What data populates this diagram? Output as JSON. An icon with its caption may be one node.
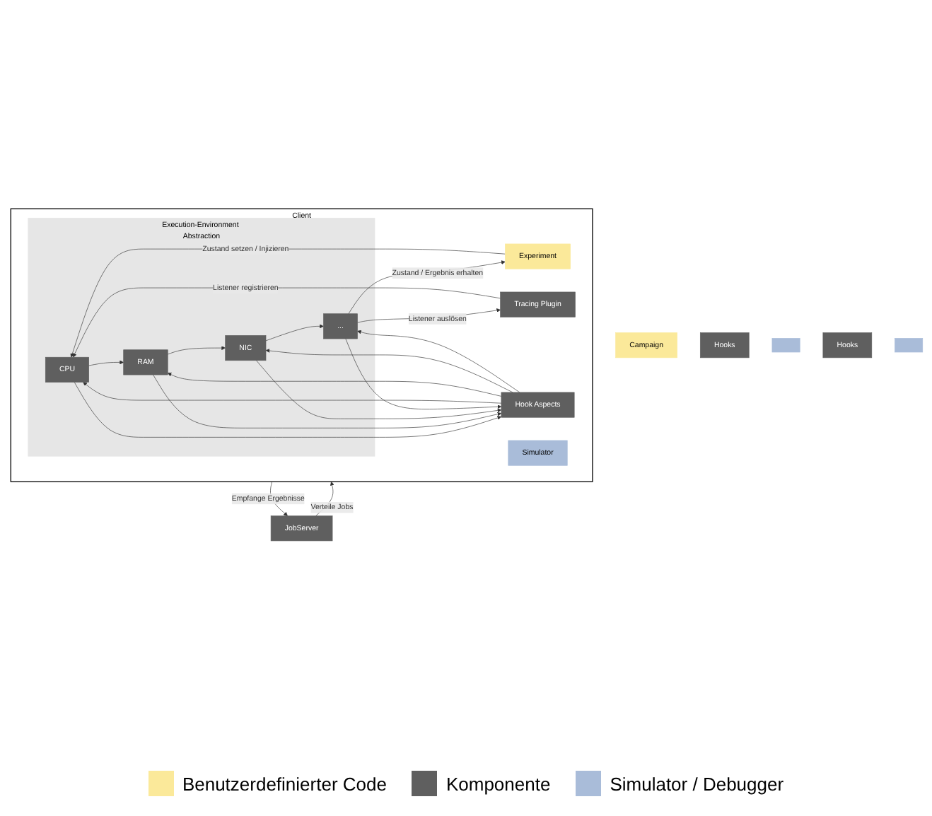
{
  "diagram": {
    "nodes": [
      {
        "text": [
          "Campaign"
        ]
      },
      {
        "text": [
          "JobServer"
        ]
      },
      {
        "text": [
          "Client"
        ]
      },
      {
        "text": [
          "Experiment"
        ],
        "in": 2
      },
      {
        "text": [
          "Tracing Plugin"
        ],
        "in": 2
      },
      {
        "text": [
          "Execution-Environment Abstraction"
        ],
        "in": 2
      },
      {
        "text": [
          "CPU"
        ],
        "in": 5
      },
      {
        "text": [
          "RAM"
        ],
        "in": 5
      },
      {
        "text": [
          "NIC"
        ],
        "in": 5
      },
      {
        "text": [
          "..."
        ],
        "in": 5
      },
      {
        "text": [
          "Hook Aspects"
        ],
        "in": 2
      },
      {
        "text": [
          "Simulator"
        ],
        "in": 2
      },
      {
        "text": [
          "Hooks"
        ]
      },
      {
        "text": [],
        "shape": "box"
      },
      {
        "text": [
          "Hooks"
        ]
      },
      {
        "text": [],
        "shape": "box"
      }
    ],
    "edges": [
      {
        "from": 1,
        "to": 2,
        "arrow": "to",
        "label": "Verteile Jobs"
      },
      {
        "from": 2,
        "to": 1,
        "arrow": "to",
        "label": "Empfange Ergebnisse"
      },
      {
        "from": 3,
        "to": 6,
        "arrow": "to",
        "label": "Zustand setzen / Injizieren"
      },
      {
        "from": 4,
        "to": 6,
        "arrow": "to",
        "label": "Listener registrieren"
      },
      {
        "from": 6,
        "to": 7,
        "arrow": "to"
      },
      {
        "from": 7,
        "to": 8,
        "arrow": "to"
      },
      {
        "from": 8,
        "to": 9,
        "arrow": "to"
      },
      {
        "from": 9,
        "to": 4,
        "arrow": "to",
        "label": "Listener auslösen"
      },
      {
        "from": 9,
        "to": 3,
        "arrow": "to",
        "label": "Zustand / Ergebnis erhalten"
      },
      {
        "from": 6,
        "to": 10,
        "arrow": "to"
      },
      {
        "from": 10,
        "to": 6,
        "arrow": "to"
      },
      {
        "from": 7,
        "to": 10,
        "arrow": "to"
      },
      {
        "from": 10,
        "to": 7,
        "arrow": "to"
      },
      {
        "from": 8,
        "to": 10,
        "arrow": "to"
      },
      {
        "from": 10,
        "to": 8,
        "arrow": "to"
      },
      {
        "from": 9,
        "to": 10,
        "arrow": "to"
      },
      {
        "from": 10,
        "to": 9,
        "arrow": "to"
      }
    ],
    "legend": [
      {
        "text": "Benutzerdefinierter Code",
        "color": "#fbe99a"
      },
      {
        "text": "Komponente",
        "color": "#5f5f5f"
      },
      {
        "text": "Simulator / Debugger",
        "color": "#a9bcd9"
      }
    ]
  }
}
